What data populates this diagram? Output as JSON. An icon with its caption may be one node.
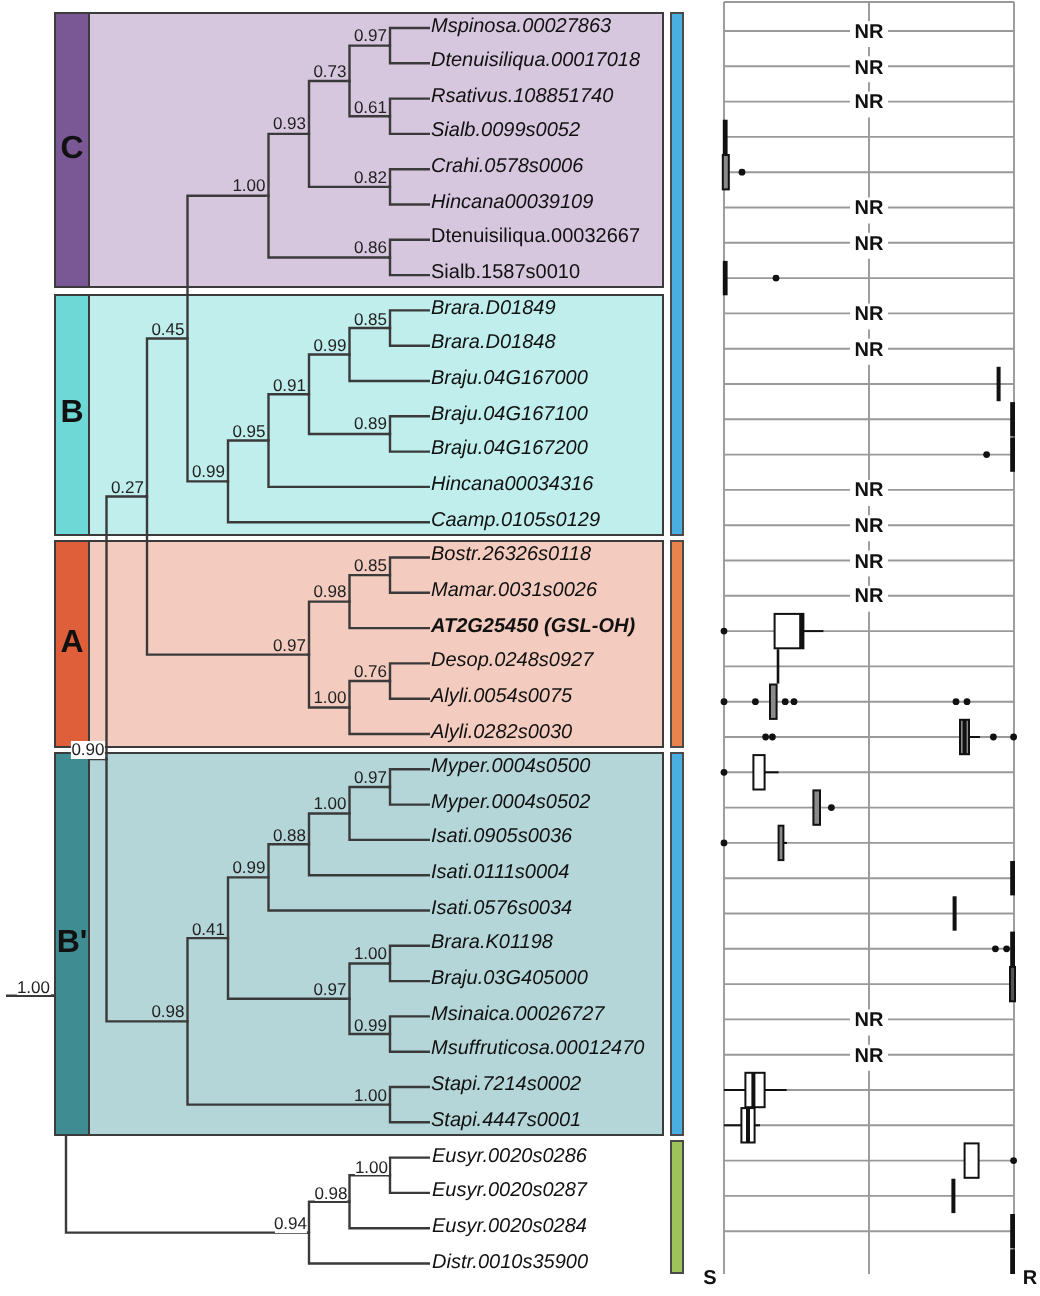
{
  "diagram": {
    "nodes": [
      {
        "text": [
          "C"
        ]
      },
      {
        "text": [
          "Mspinosa.00027863"
        ],
        "in": 0
      },
      {
        "text": [
          "0.97"
        ],
        "in": 0
      },
      {
        "text": [
          "Dtenuisiliqua.00017018"
        ],
        "in": 0
      },
      {
        "text": [
          "0.73"
        ],
        "in": 0
      },
      {
        "text": [
          "Rsativus.108851740"
        ],
        "in": 0
      },
      {
        "text": [
          "0.61"
        ],
        "in": 0
      },
      {
        "text": [
          "0.93"
        ],
        "in": 0
      },
      {
        "text": [
          "Sialb.0099s0052"
        ],
        "in": 0
      },
      {
        "text": [
          "Crahi.0578s0006"
        ],
        "in": 0
      },
      {
        "text": [
          "0.82"
        ],
        "in": 0
      },
      {
        "text": [
          "1.00"
        ],
        "in": 0
      },
      {
        "text": [
          "Hincana00039109"
        ],
        "in": 0
      },
      {
        "text": [
          "Dtenuisiliqua.00032667"
        ],
        "in": 0
      },
      {
        "text": [
          "0.86"
        ],
        "in": 0
      },
      {
        "text": [
          "Sialb.1587s0010"
        ],
        "in": 0
      },
      {
        "text": [
          "B"
        ]
      },
      {
        "text": [
          "Brara.D01849"
        ],
        "in": 16
      },
      {
        "text": [
          "0.85"
        ],
        "in": 16
      },
      {
        "text": [
          "0.45"
        ],
        "in": 16
      },
      {
        "text": [
          "Brara.D01848"
        ],
        "in": 16
      },
      {
        "text": [
          "0.99"
        ],
        "in": 16
      },
      {
        "text": [
          "Braju.04G167000"
        ],
        "in": 16
      },
      {
        "text": [
          "0.91"
        ],
        "in": 16
      },
      {
        "text": [
          "Braju.04G167100"
        ],
        "in": 16
      },
      {
        "text": [
          "0.89"
        ],
        "in": 16
      },
      {
        "text": [
          "0.95"
        ],
        "in": 16
      },
      {
        "text": [
          "Braju.04G167200"
        ],
        "in": 16
      },
      {
        "text": [
          "0.99"
        ],
        "in": 16
      },
      {
        "text": [
          "Hincana00034316"
        ],
        "in": 16
      },
      {
        "text": [
          "0.27"
        ],
        "in": 16
      },
      {
        "text": [
          "Caamp.0105s0129"
        ],
        "in": 16
      },
      {
        "text": [
          "A"
        ]
      },
      {
        "text": [
          "Bostr.26326s0118"
        ],
        "in": 32
      },
      {
        "text": [
          "0.85"
        ],
        "in": 32
      },
      {
        "text": [
          "Mamar.0031s0026"
        ],
        "in": 32
      },
      {
        "text": [
          "0.98"
        ],
        "in": 32
      },
      {
        "text": [
          "AT2G25450 (GSL-OH)"
        ],
        "in": 32
      },
      {
        "text": [
          "0.97"
        ],
        "in": 32
      },
      {
        "text": [
          "Desop.0248s0927"
        ],
        "in": 32
      },
      {
        "text": [
          "0.76"
        ],
        "in": 32
      },
      {
        "text": [
          "Alyli.0054s0075"
        ],
        "in": 32
      },
      {
        "text": [
          "1.00"
        ],
        "in": 32
      },
      {
        "text": [
          "Alyli.0282s0030"
        ],
        "in": 32
      },
      {
        "text": [
          "0.90"
        ]
      },
      {
        "text": [
          "B'"
        ]
      },
      {
        "text": [
          "Myper.0004s0500"
        ],
        "in": 45
      },
      {
        "text": [
          "0.97"
        ],
        "in": 45
      },
      {
        "text": [
          "Myper.0004s0502"
        ],
        "in": 45
      },
      {
        "text": [
          "1.00"
        ],
        "in": 45
      },
      {
        "text": [
          "0.88"
        ],
        "in": 45
      },
      {
        "text": [
          "Isati.0905s0036"
        ],
        "in": 45
      },
      {
        "text": [
          "0.99"
        ],
        "in": 45
      },
      {
        "text": [
          "Isati.0111s0004"
        ],
        "in": 45
      },
      {
        "text": [
          "Isati.0576s0034"
        ],
        "in": 45
      },
      {
        "text": [
          "0.41"
        ],
        "in": 45
      },
      {
        "text": [
          "Brara.K01198"
        ],
        "in": 45
      },
      {
        "text": [
          "1.00"
        ],
        "in": 45
      },
      {
        "text": [
          "Braju.03G405000"
        ],
        "in": 45
      },
      {
        "text": [
          "0.97"
        ],
        "in": 45
      },
      {
        "text": [
          "0.98"
        ],
        "in": 45
      },
      {
        "text": [
          "Msinaica.00026727"
        ],
        "in": 45
      },
      {
        "text": [
          "0.99"
        ],
        "in": 45
      },
      {
        "text": [
          "Msuffruticosa.00012470"
        ],
        "in": 45
      },
      {
        "text": [
          "Stapi.7214s0002"
        ],
        "in": 45
      },
      {
        "text": [
          "1.00"
        ],
        "in": 45
      },
      {
        "text": [
          "Stapi.4447s0001"
        ],
        "in": 45
      },
      {
        "text": [
          "1.00"
        ]
      },
      {
        "text": [
          "Eusyr.0020s0286"
        ]
      },
      {
        "text": [
          "1.00"
        ]
      },
      {
        "text": [
          "Eusyr.0020s0287"
        ]
      },
      {
        "text": [
          "0.98"
        ]
      },
      {
        "text": [
          "Eusyr.0020s0284"
        ]
      },
      {
        "text": [
          "0.94"
        ]
      },
      {
        "text": [
          "Distr.0010s35900"
        ]
      }
    ],
    "edges": [
      {
        "from": 67,
        "to": 44,
        "arrow": "none"
      },
      {
        "from": 67,
        "to": 73,
        "arrow": "none"
      },
      {
        "from": 44,
        "to": 30,
        "arrow": "none"
      },
      {
        "from": 44,
        "to": 60,
        "arrow": "none"
      },
      {
        "from": 30,
        "to": 19,
        "arrow": "none"
      },
      {
        "from": 30,
        "to": 38,
        "arrow": "none"
      },
      {
        "from": 19,
        "to": 11,
        "arrow": "none"
      },
      {
        "from": 19,
        "to": 28,
        "arrow": "none"
      },
      {
        "from": 11,
        "to": 7,
        "arrow": "none"
      },
      {
        "from": 11,
        "to": 14,
        "arrow": "none"
      },
      {
        "from": 7,
        "to": 4,
        "arrow": "none"
      },
      {
        "from": 7,
        "to": 10,
        "arrow": "none"
      },
      {
        "from": 4,
        "to": 2,
        "arrow": "none"
      },
      {
        "from": 4,
        "to": 6,
        "arrow": "none"
      },
      {
        "from": 2,
        "to": 1,
        "arrow": "none"
      },
      {
        "from": 2,
        "to": 3,
        "arrow": "none"
      },
      {
        "from": 6,
        "to": 5,
        "arrow": "none"
      },
      {
        "from": 6,
        "to": 8,
        "arrow": "none"
      },
      {
        "from": 10,
        "to": 9,
        "arrow": "none"
      },
      {
        "from": 10,
        "to": 12,
        "arrow": "none"
      },
      {
        "from": 14,
        "to": 13,
        "arrow": "none"
      },
      {
        "from": 14,
        "to": 15,
        "arrow": "none"
      },
      {
        "from": 28,
        "to": 26,
        "arrow": "none"
      },
      {
        "from": 28,
        "to": 31,
        "arrow": "none"
      },
      {
        "from": 26,
        "to": 23,
        "arrow": "none"
      },
      {
        "from": 26,
        "to": 29,
        "arrow": "none"
      },
      {
        "from": 23,
        "to": 21,
        "arrow": "none"
      },
      {
        "from": 23,
        "to": 25,
        "arrow": "none"
      },
      {
        "from": 21,
        "to": 18,
        "arrow": "none"
      },
      {
        "from": 21,
        "to": 22,
        "arrow": "none"
      },
      {
        "from": 18,
        "to": 17,
        "arrow": "none"
      },
      {
        "from": 18,
        "to": 20,
        "arrow": "none"
      },
      {
        "from": 25,
        "to": 24,
        "arrow": "none"
      },
      {
        "from": 25,
        "to": 27,
        "arrow": "none"
      },
      {
        "from": 38,
        "to": 36,
        "arrow": "none"
      },
      {
        "from": 38,
        "to": 42,
        "arrow": "none"
      },
      {
        "from": 36,
        "to": 34,
        "arrow": "none"
      },
      {
        "from": 36,
        "to": 37,
        "arrow": "none"
      },
      {
        "from": 34,
        "to": 33,
        "arrow": "none"
      },
      {
        "from": 34,
        "to": 35,
        "arrow": "none"
      },
      {
        "from": 42,
        "to": 40,
        "arrow": "none"
      },
      {
        "from": 42,
        "to": 43,
        "arrow": "none"
      },
      {
        "from": 40,
        "to": 39,
        "arrow": "none"
      },
      {
        "from": 40,
        "to": 41,
        "arrow": "none"
      },
      {
        "from": 60,
        "to": 55,
        "arrow": "none"
      },
      {
        "from": 60,
        "to": 65,
        "arrow": "none"
      },
      {
        "from": 55,
        "to": 52,
        "arrow": "none"
      },
      {
        "from": 55,
        "to": 59,
        "arrow": "none"
      },
      {
        "from": 52,
        "to": 50,
        "arrow": "none"
      },
      {
        "from": 52,
        "to": 54,
        "arrow": "none"
      },
      {
        "from": 50,
        "to": 49,
        "arrow": "none"
      },
      {
        "from": 50,
        "to": 53,
        "arrow": "none"
      },
      {
        "from": 49,
        "to": 47,
        "arrow": "none"
      },
      {
        "from": 49,
        "to": 51,
        "arrow": "none"
      },
      {
        "from": 47,
        "to": 46,
        "arrow": "none"
      },
      {
        "from": 47,
        "to": 48,
        "arrow": "none"
      },
      {
        "from": 59,
        "to": 57,
        "arrow": "none"
      },
      {
        "from": 59,
        "to": 62,
        "arrow": "none"
      },
      {
        "from": 57,
        "to": 56,
        "arrow": "none"
      },
      {
        "from": 57,
        "to": 58,
        "arrow": "none"
      },
      {
        "from": 62,
        "to": 61,
        "arrow": "none"
      },
      {
        "from": 62,
        "to": 63,
        "arrow": "none"
      },
      {
        "from": 65,
        "to": 64,
        "arrow": "none"
      },
      {
        "from": 65,
        "to": 66,
        "arrow": "none"
      },
      {
        "from": 73,
        "to": 71,
        "arrow": "none"
      },
      {
        "from": 73,
        "to": 74,
        "arrow": "none"
      },
      {
        "from": 71,
        "to": 69,
        "arrow": "none"
      },
      {
        "from": 71,
        "to": 72,
        "arrow": "none"
      },
      {
        "from": 69,
        "to": 68,
        "arrow": "none"
      },
      {
        "from": 69,
        "to": 70,
        "arrow": "none"
      },
      {
        "from": null,
        "to": 67,
        "arrow": "none"
      }
    ],
    "labels": [
      "NR",
      "NR",
      "NR",
      "NR",
      "NR",
      "NR",
      "NR",
      "NR",
      "NR",
      "NR",
      "NR",
      "NR",
      "NR",
      "S",
      "R"
    ]
  }
}
